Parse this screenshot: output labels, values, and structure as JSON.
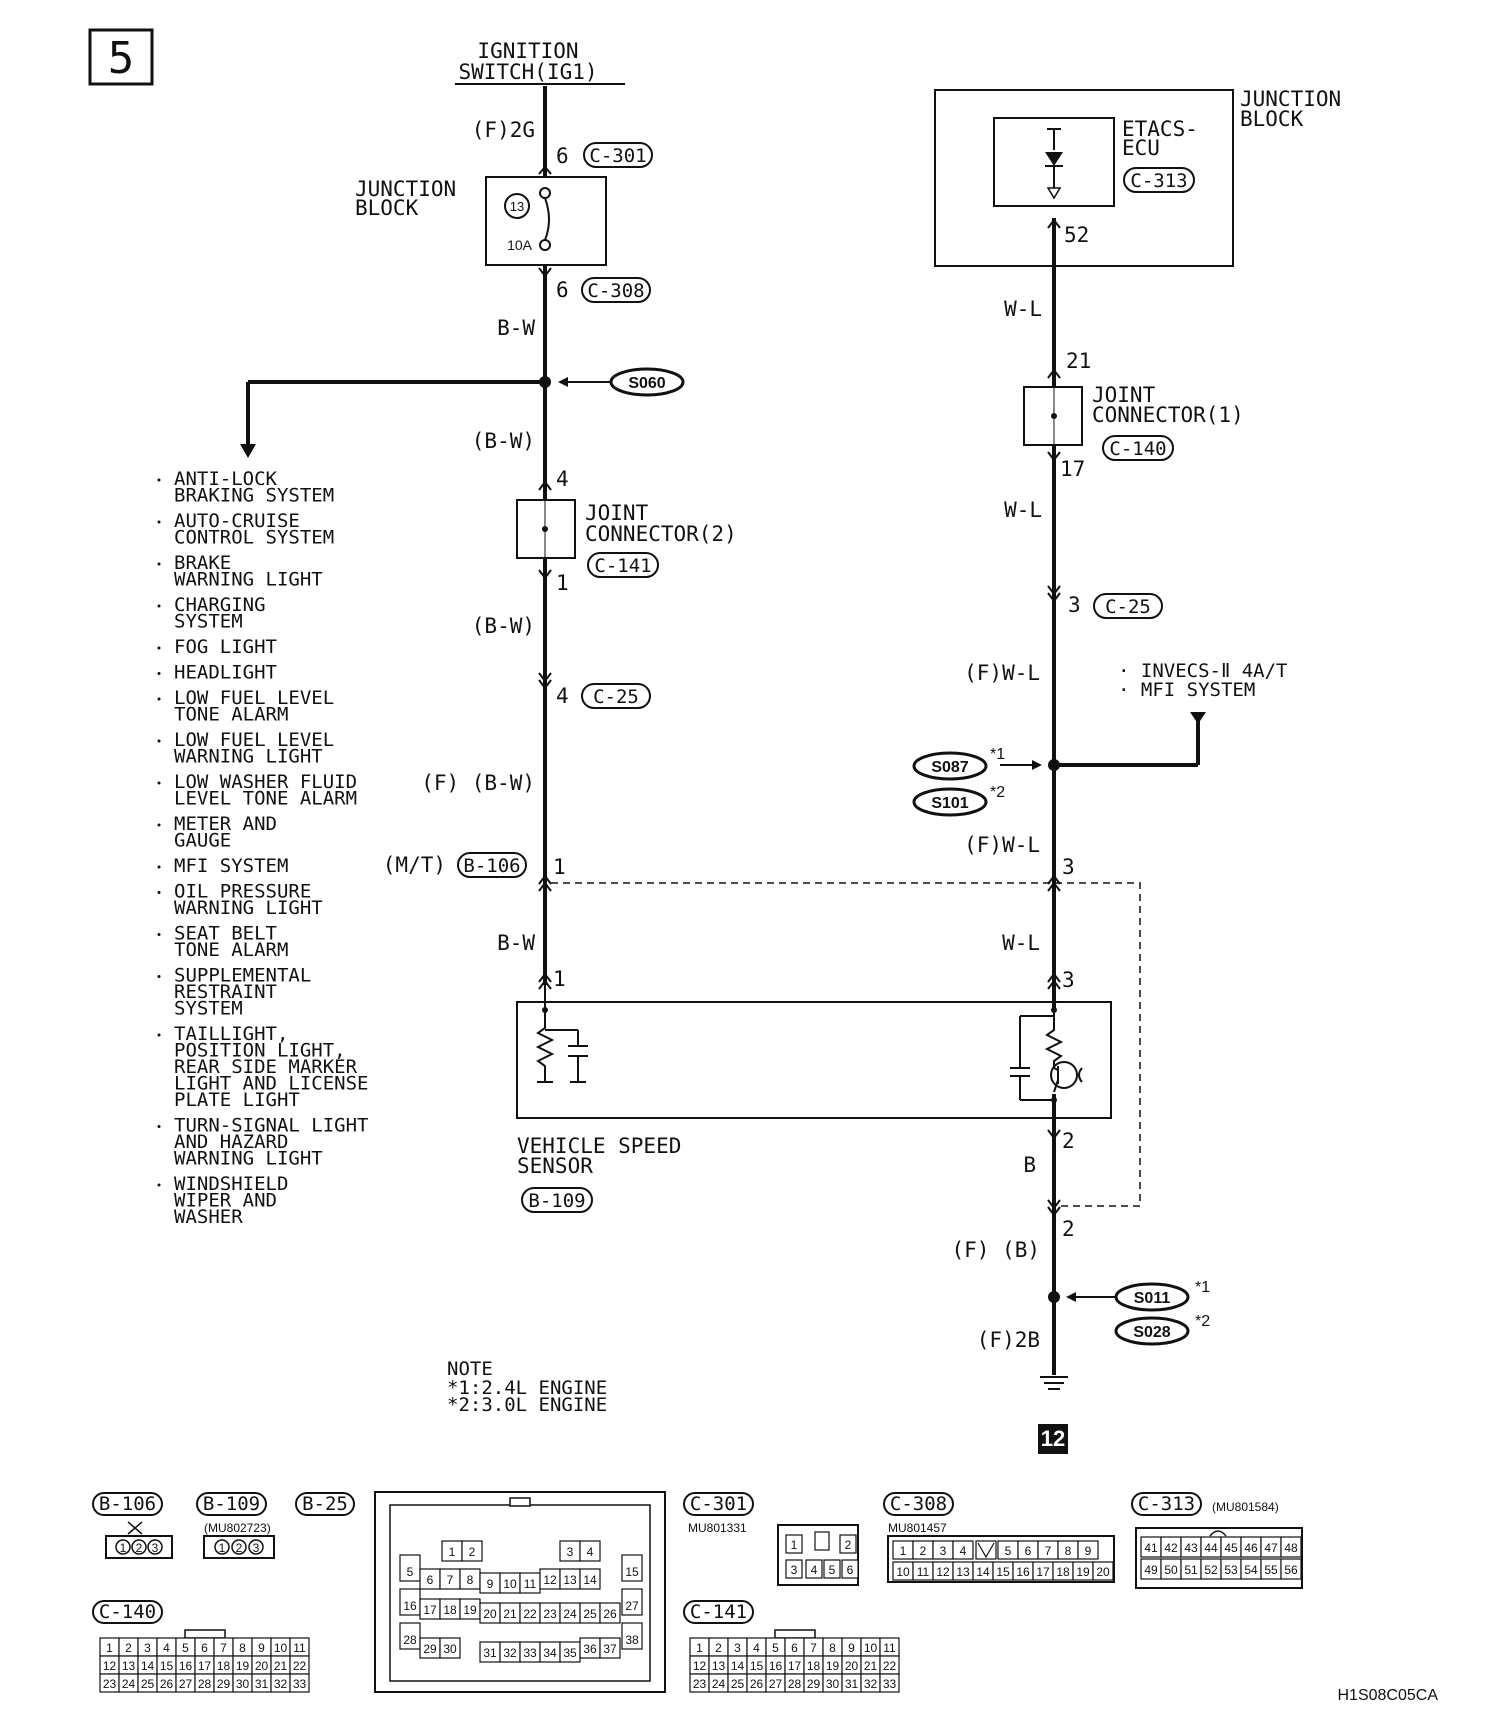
{
  "diagram": {
    "page_number": "5",
    "ground_number": "12",
    "code": "H1S08C05CA",
    "left_circuit": {
      "source_line1": "IGNITION",
      "source_line2": "SWITCH(IG1)",
      "wire1": "(F)2G",
      "pin1": "6",
      "conn1": "C-301",
      "jb_line1": "JUNCTION",
      "jb_line2": "BLOCK",
      "fuse_no": "13",
      "fuse_amp": "10A",
      "pin2": "6",
      "conn2": "C-308",
      "wire2": "B-W",
      "splice": "S060",
      "wire3": "(B-W)",
      "pin3": "4",
      "jc_line1": "JOINT",
      "jc_line2": "CONNECTOR(2)",
      "jc_conn": "C-141",
      "pin4": "1",
      "wire4": "(B-W)",
      "pin5": "4",
      "conn5": "C-25",
      "wire5": "(F) (B-W)",
      "mt_label": "(M/T)",
      "conn6": "B-106",
      "pin6": "1",
      "wire6": "B-W",
      "pin7": "1",
      "sensor_line1": "VEHICLE SPEED",
      "sensor_line2": "SENSOR",
      "sensor_conn": "B-109"
    },
    "right_circuit": {
      "jb_line1": "JUNCTION",
      "jb_line2": "BLOCK",
      "ecu_line1": "ETACS-",
      "ecu_line2": "ECU",
      "ecu_conn": "C-313",
      "pin1": "52",
      "wire1": "W-L",
      "pin2": "21",
      "jc_line1": "JOINT",
      "jc_line2": "CONNECTOR(1)",
      "jc_conn": "C-140",
      "pin3": "17",
      "wire2": "W-L",
      "pin4": "3",
      "conn4": "C-25",
      "wire3": "(F)W-L",
      "branch_line1": "· INVECS-Ⅱ 4A/T",
      "branch_line2": "· MFI SYSTEM",
      "splice1": "S087",
      "splice1_note": "*1",
      "splice2": "S101",
      "splice2_note": "*2",
      "wire4": "(F)W-L",
      "pin5": "3",
      "wire5": "W-L",
      "pin6": "3",
      "pin7": "2",
      "wire6": "B",
      "pin8": "2",
      "wire7": "(F) (B)",
      "splice3": "S011",
      "splice3_note": "*1",
      "splice4": "S028",
      "splice4_note": "*2",
      "wire8": "(F)2B"
    },
    "systems": [
      {
        "line1": "ANTI-LOCK",
        "line2": "BRAKING SYSTEM"
      },
      {
        "line1": "AUTO-CRUISE",
        "line2": "CONTROL SYSTEM"
      },
      {
        "line1": "BRAKE",
        "line2": "WARNING LIGHT"
      },
      {
        "line1": "CHARGING",
        "line2": "SYSTEM"
      },
      {
        "line1": "FOG LIGHT",
        "line2": ""
      },
      {
        "line1": "HEADLIGHT",
        "line2": ""
      },
      {
        "line1": "LOW FUEL LEVEL",
        "line2": "TONE ALARM"
      },
      {
        "line1": "LOW FUEL LEVEL",
        "line2": "WARNING LIGHT"
      },
      {
        "line1": "LOW WASHER FLUID",
        "line2": "LEVEL TONE ALARM"
      },
      {
        "line1": "METER AND",
        "line2": "GAUGE"
      },
      {
        "line1": "MFI SYSTEM",
        "line2": ""
      },
      {
        "line1": "OIL PRESSURE",
        "line2": "WARNING LIGHT"
      },
      {
        "line1": "SEAT BELT",
        "line2": "TONE ALARM"
      },
      {
        "line1": "SUPPLEMENTAL",
        "line2": "RESTRAINT",
        "line3": "SYSTEM"
      },
      {
        "line1": "TAILLIGHT,",
        "line2": "POSITION LIGHT,",
        "line3": "REAR SIDE MARKER",
        "line4": "LIGHT AND LICENSE",
        "line5": "PLATE LIGHT"
      },
      {
        "line1": "TURN-SIGNAL LIGHT",
        "line2": "AND HAZARD",
        "line3": "WARNING LIGHT"
      },
      {
        "line1": "WINDSHIELD",
        "line2": "WIPER AND",
        "line3": "WASHER"
      }
    ],
    "note": {
      "title": "NOTE",
      "line1": "*1:2.4L ENGINE",
      "line2": "*2:3.0L ENGINE"
    }
  },
  "connectors": {
    "b106": {
      "name": "B-106",
      "pins": [
        "1",
        "2",
        "3"
      ]
    },
    "b109": {
      "name": "B-109",
      "part": "(MU802723)",
      "pins": [
        "1",
        "2",
        "3"
      ]
    },
    "b25": {
      "name": "B-25",
      "pins": [
        "1",
        "2",
        "3",
        "4",
        "5",
        "6",
        "7",
        "8",
        "9",
        "10",
        "11",
        "12",
        "13",
        "14",
        "15",
        "16",
        "17",
        "18",
        "19",
        "20",
        "21",
        "22",
        "23",
        "24",
        "25",
        "26",
        "27",
        "28",
        "29",
        "30",
        "31",
        "32",
        "33",
        "34",
        "35",
        "36",
        "37",
        "38"
      ]
    },
    "c301": {
      "name": "C-301",
      "part": "MU801331",
      "pins": [
        "1",
        "2",
        "3",
        "4",
        "5",
        "6"
      ]
    },
    "c308": {
      "name": "C-308",
      "part": "MU801457",
      "pins": [
        "1",
        "2",
        "3",
        "4",
        "5",
        "6",
        "7",
        "8",
        "9",
        "10",
        "11",
        "12",
        "13",
        "14",
        "15",
        "16",
        "17",
        "18",
        "19",
        "20"
      ]
    },
    "c313": {
      "name": "C-313",
      "part": "(MU801584)",
      "pins": [
        "41",
        "42",
        "43",
        "44",
        "45",
        "46",
        "47",
        "48",
        "49",
        "50",
        "51",
        "52",
        "53",
        "54",
        "55",
        "56"
      ]
    },
    "c140": {
      "name": "C-140",
      "pins": [
        "1",
        "2",
        "3",
        "4",
        "5",
        "6",
        "7",
        "8",
        "9",
        "10",
        "11",
        "12",
        "13",
        "14",
        "15",
        "16",
        "17",
        "18",
        "19",
        "20",
        "21",
        "22",
        "23",
        "24",
        "25",
        "26",
        "27",
        "28",
        "29",
        "30",
        "31",
        "32",
        "33"
      ]
    },
    "c141": {
      "name": "C-141",
      "pins": [
        "1",
        "2",
        "3",
        "4",
        "5",
        "6",
        "7",
        "8",
        "9",
        "10",
        "11",
        "12",
        "13",
        "14",
        "15",
        "16",
        "17",
        "18",
        "19",
        "20",
        "21",
        "22",
        "23",
        "24",
        "25",
        "26",
        "27",
        "28",
        "29",
        "30",
        "31",
        "32",
        "33"
      ]
    }
  }
}
